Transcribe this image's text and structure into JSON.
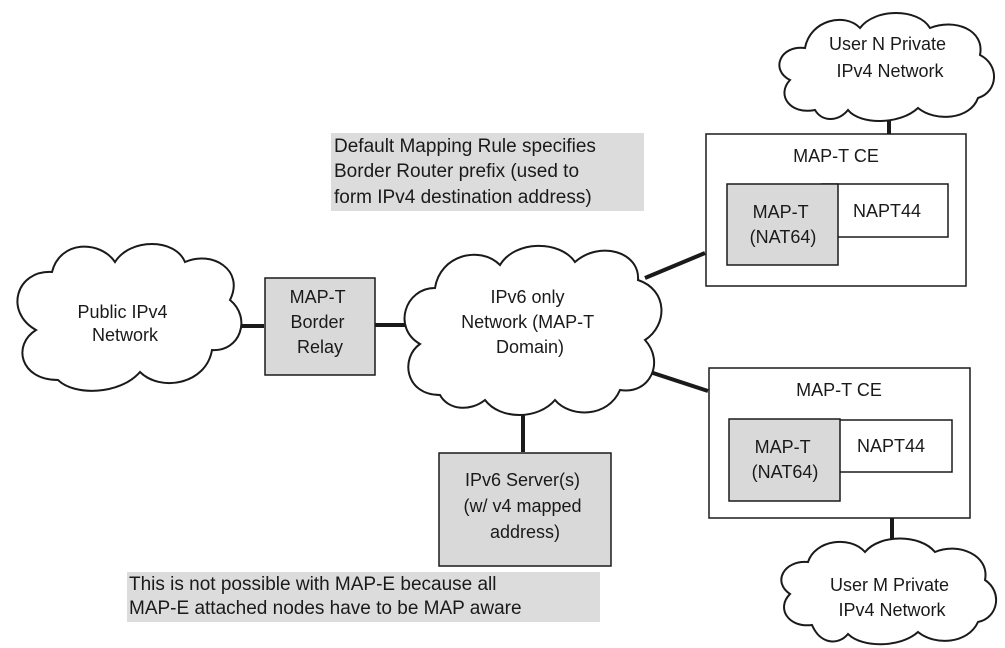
{
  "clouds": {
    "public_ipv4": [
      "Public IPv4",
      "Network"
    ],
    "ipv6_network": [
      "IPv6 only",
      "Network (MAP-T",
      "Domain)"
    ],
    "user_n": [
      "User N Private",
      "IPv4 Network"
    ],
    "user_m": [
      "User M Private",
      "IPv4 Network"
    ]
  },
  "border_relay": [
    "MAP-T",
    "Border",
    "Relay"
  ],
  "ipv6_server": [
    "IPv6 Server(s)",
    "(w/ v4 mapped",
    "address)"
  ],
  "ce_top": {
    "title": "MAP-T CE",
    "maptnat": [
      "MAP-T",
      "(NAT64)"
    ],
    "napt": "NAPT44"
  },
  "ce_bottom": {
    "title": "MAP-T CE",
    "maptnat": [
      "MAP-T",
      "(NAT64)"
    ],
    "napt": "NAPT44"
  },
  "notes": {
    "mapping_rule": [
      "Default Mapping Rule specifies",
      "Border Router prefix (used to",
      "form IPv4 destination address)"
    ],
    "map_e": [
      "This is not possible with MAP-E because all",
      "MAP-E attached nodes have to be MAP aware"
    ]
  }
}
